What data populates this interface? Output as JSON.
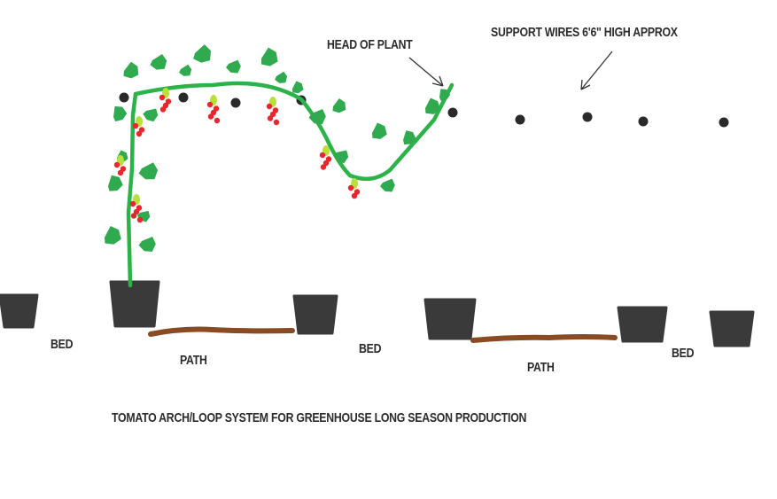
{
  "labels": {
    "head_of_plant": "HEAD OF PLANT",
    "support_wires": "SUPPORT WIRES 6'6\" HIGH APPROX",
    "bed_left": "BED",
    "bed_middle": "BED",
    "bed_right": "BED",
    "path_left": "PATH",
    "path_right": "PATH",
    "caption": "TOMATO ARCH/LOOP SYSTEM FOR GREENHOUSE LONG SEASON PRODUCTION"
  },
  "colors": {
    "background": "#ffffff",
    "pot": "#3a3a3a",
    "wire_dot": "#2a2a2a",
    "stem": "#2db24a",
    "leaf": "#2faa4e",
    "tomato": "#e8262b",
    "truss": "#b8e03a",
    "path": "#8a4a22",
    "text": "#2b2b2b",
    "arrow": "#333333"
  }
}
